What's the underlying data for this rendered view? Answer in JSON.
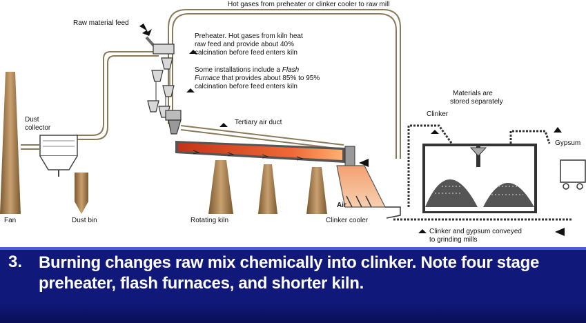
{
  "diagram": {
    "top_label": "Hot gases from preheater or clinker cooler to raw mill",
    "raw_material_feed": "Raw material feed",
    "preheater_lines": [
      "Preheater. Hot gases from kiln heat",
      "raw feed and provide about 40%",
      "calcination before feed enters kiln"
    ],
    "flash_lines": {
      "line1": "Some installations include a ",
      "line1_italic": "Flash",
      "line2_italic": "Furnace",
      "line2": " that provides about 85% to 95%",
      "line3": "calcination before feed enters kiln"
    },
    "materials_lines": [
      "Materials are",
      "stored separately"
    ],
    "clinker": "Clinker",
    "dust_collector_lines": [
      "Dust",
      "collector"
    ],
    "tertiary_air_duct": "Tertiary air duct",
    "gypsum": "Gypsum",
    "air": "Air",
    "fan": "Fan",
    "dust_bin": "Dust bin",
    "rotating_kiln": "Rotating kiln",
    "clinker_cooler": "Clinker cooler",
    "conveyed_lines": [
      "Clinker and gypsum conveyed",
      "to grinding mills"
    ]
  },
  "caption": {
    "number": "3.",
    "text": "Burning changes raw mix chemically into clinker. Note four stage preheater, flash furnaces, and shorter kiln."
  },
  "colors": {
    "banner": "#10187a",
    "kiln_fire": "#e8502a",
    "pier": "#b8925a",
    "duct": "#8a7a5a"
  }
}
